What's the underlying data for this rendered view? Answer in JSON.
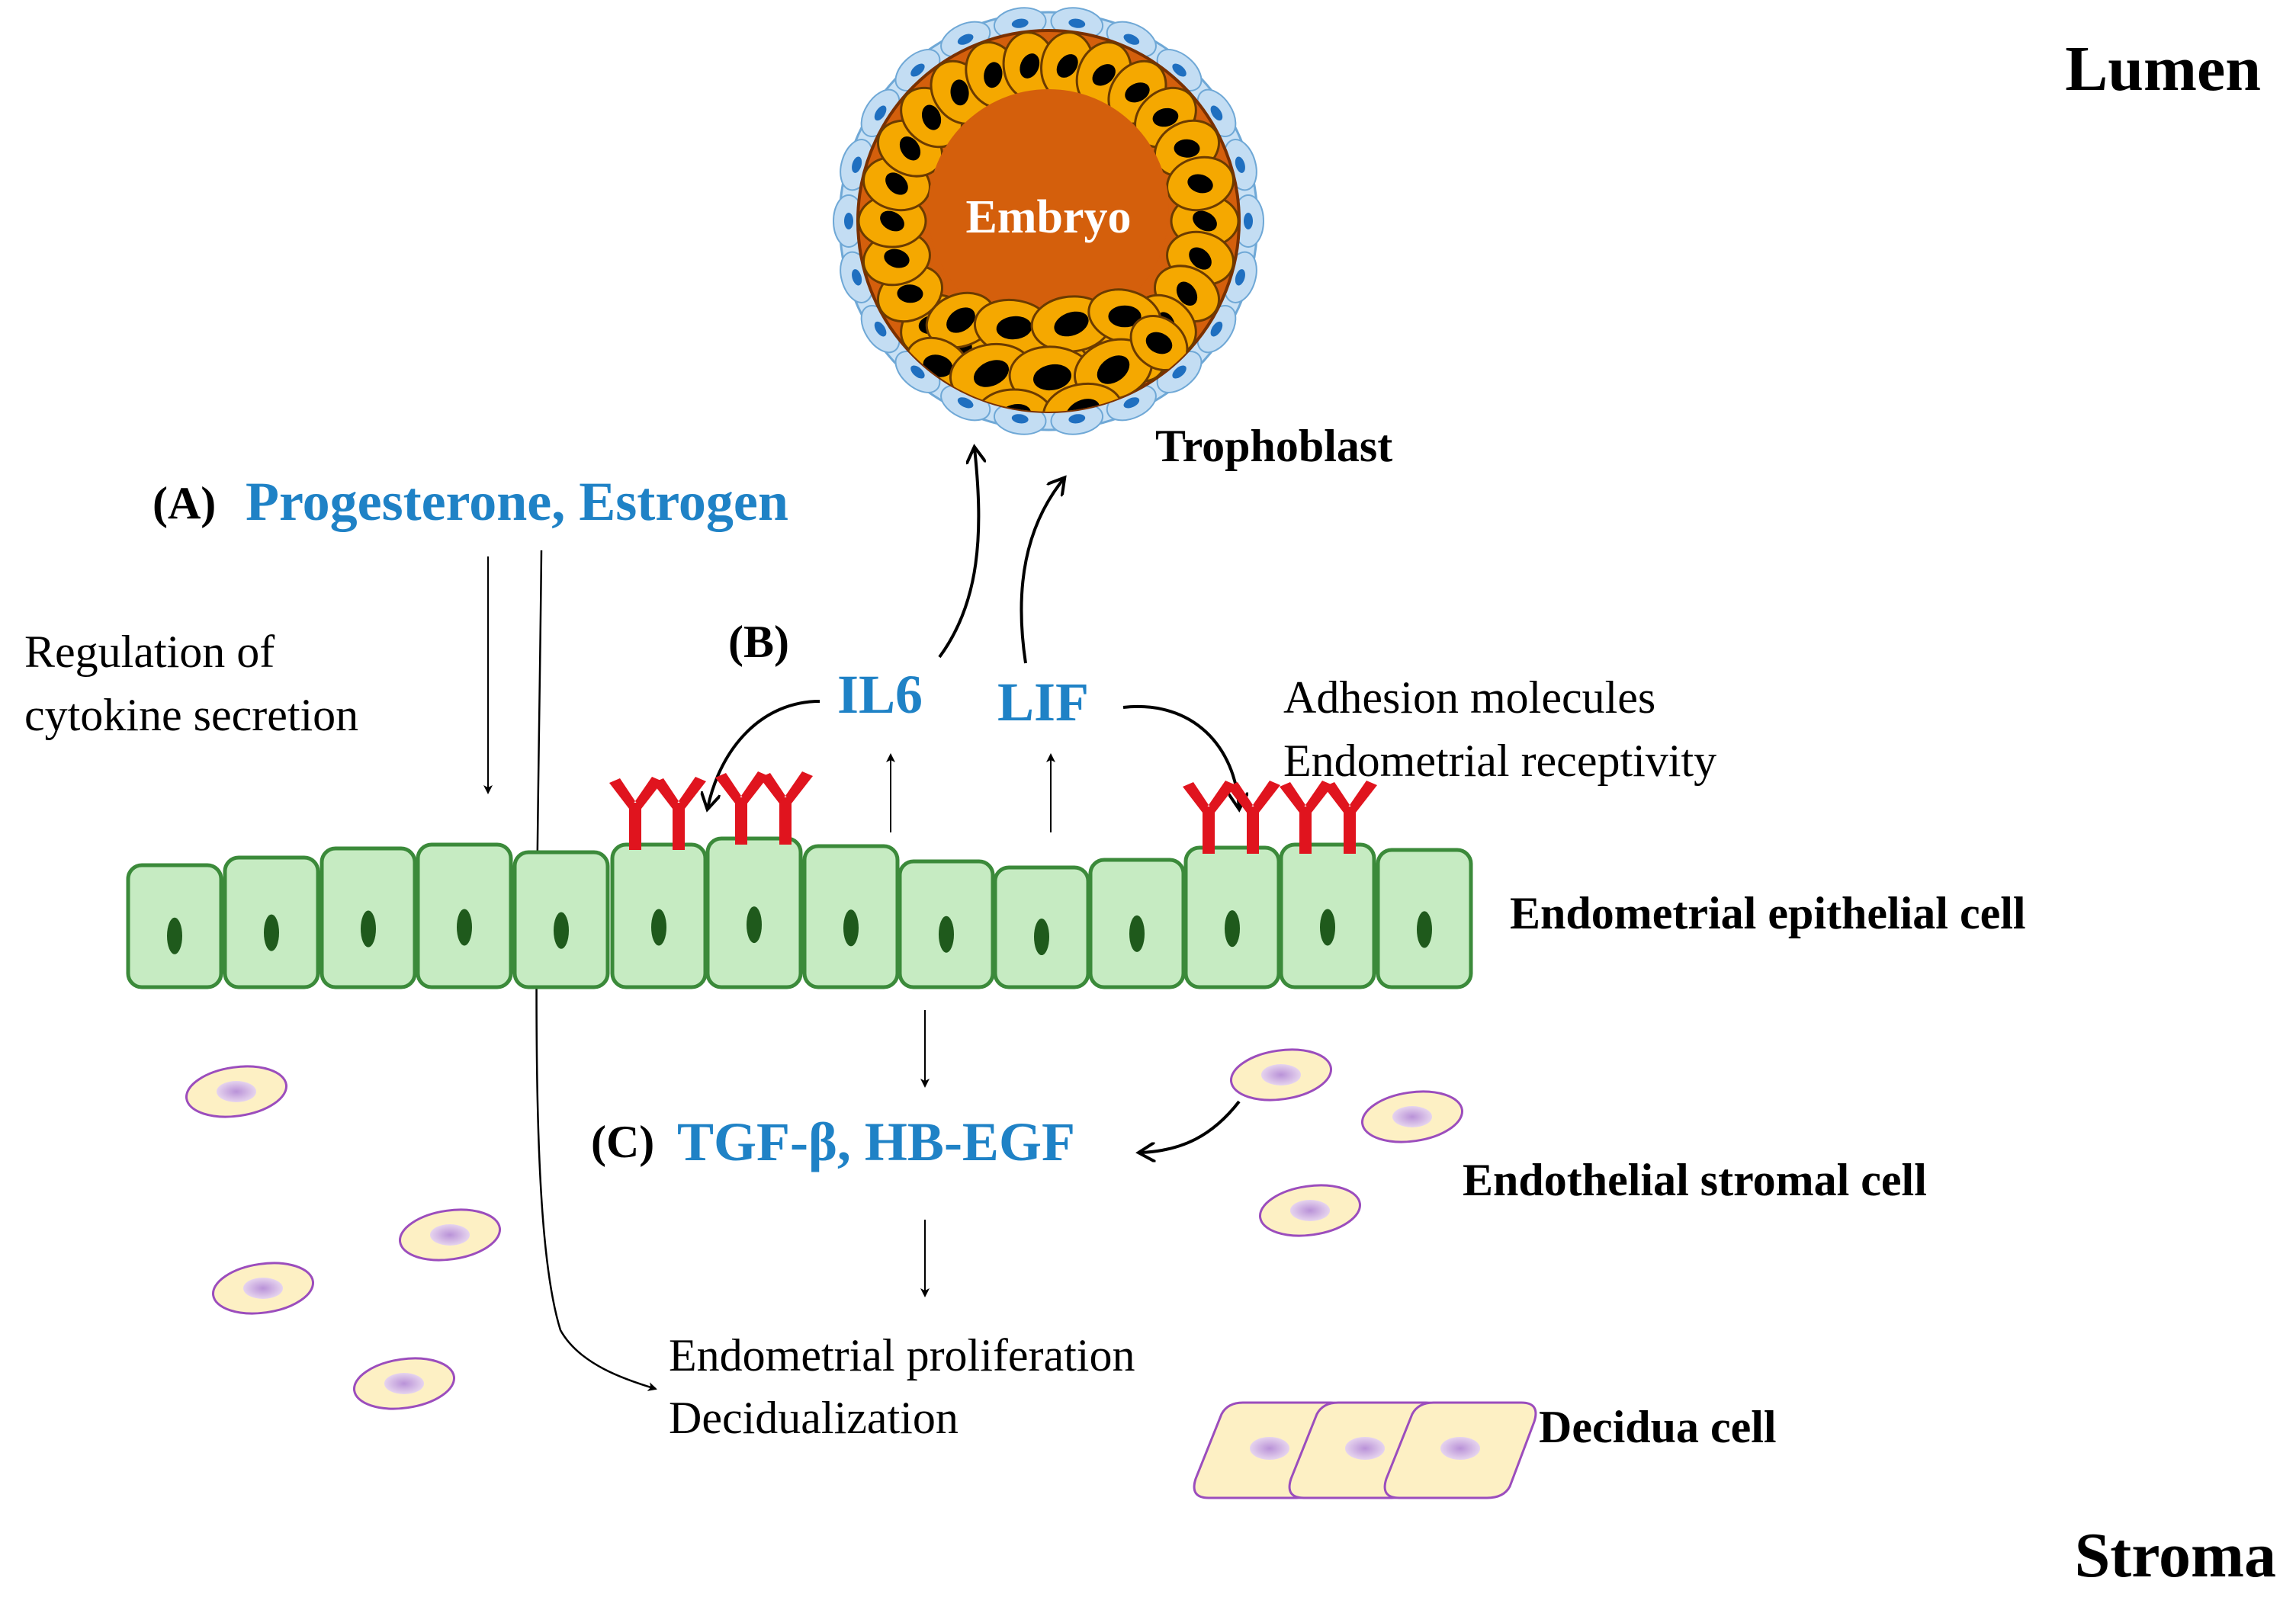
{
  "regions": {
    "lumen": "Lumen",
    "stroma": "Stroma"
  },
  "embryo": {
    "label": "Embryo",
    "trophoblast_label": "Trophoblast"
  },
  "step_a": {
    "marker": "(A)",
    "hormones": "Progesterone, Estrogen",
    "effect_line1": "Regulation of",
    "effect_line2": "cytokine secretion"
  },
  "step_b": {
    "marker": "(B)",
    "cytokine_1": "IL6",
    "cytokine_2": "LIF",
    "effect_line1": "Adhesion molecules",
    "effect_line2": "Endometrial receptivity"
  },
  "step_c": {
    "marker": "(C)",
    "factors": "TGF-β, HB-EGF",
    "effect_line1": "Endometrial proliferation",
    "effect_line2": "Decidualization"
  },
  "cell_labels": {
    "epithelial": "Endometrial epithelial cell",
    "stromal": "Endothelial stromal cell",
    "decidua": "Decidua cell"
  },
  "colors": {
    "highlight_text": "#1f82c6",
    "epithelial_fill": "#c6ebc2",
    "epithelial_stroke": "#3b8a3a",
    "nucleus_epithelial": "#1f5a1c",
    "receptor": "#e0141e",
    "embryo_core": "#d45f0c",
    "trophoblast_cell": "#f5a800",
    "zona": "#c3ddf3",
    "stromal_fill": "#fdf0c4",
    "stromal_stroke": "#9b4dbd"
  }
}
